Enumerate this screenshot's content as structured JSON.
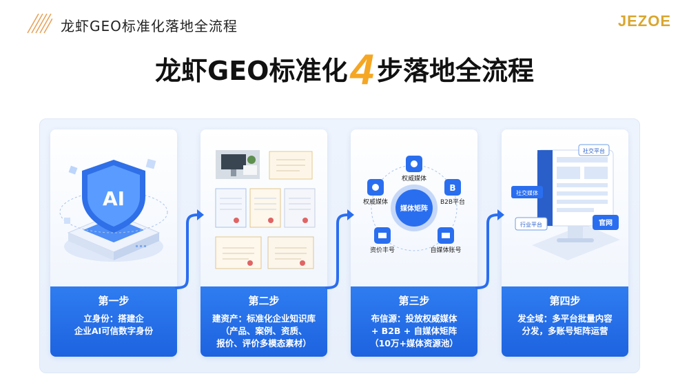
{
  "header": {
    "title": "龙虾GEO标准化落地全流程",
    "brand": "JEZOE"
  },
  "main_title": {
    "part1": "龙虾GEO标准化",
    "number": "4",
    "part2": "步落地全流程"
  },
  "colors": {
    "accent_blue": "#1d63e0",
    "accent_orange": "#f5a623",
    "brand_gold": "#d9a62f"
  },
  "steps": [
    {
      "title": "第一步",
      "desc": "立身份：搭建企\n企业AI可信数字身份",
      "illustration": {
        "shield_label": "AI"
      }
    },
    {
      "title": "第二步",
      "desc": "建资产：标准化企业知识库\n（产品、案例、资质、\n报价、评价多模态素材）",
      "illustration": {}
    },
    {
      "title": "第三步",
      "desc": "布信源：投放权威媒体\n+ B2B + 自媒体矩阵\n（10万+媒体资源池）",
      "illustration": {
        "center": "媒体矩阵",
        "nodes": [
          "权威媒体",
          "B2B平台",
          "自媒体账号",
          "资价丰号",
          "权威媒体"
        ]
      }
    },
    {
      "title": "第四步",
      "desc": "发全域：多平台批量内容\n分发，多账号矩阵运营",
      "illustration": {
        "tags": [
          "社交平台",
          "社交媒体",
          "行业平台",
          "官网"
        ]
      }
    }
  ]
}
